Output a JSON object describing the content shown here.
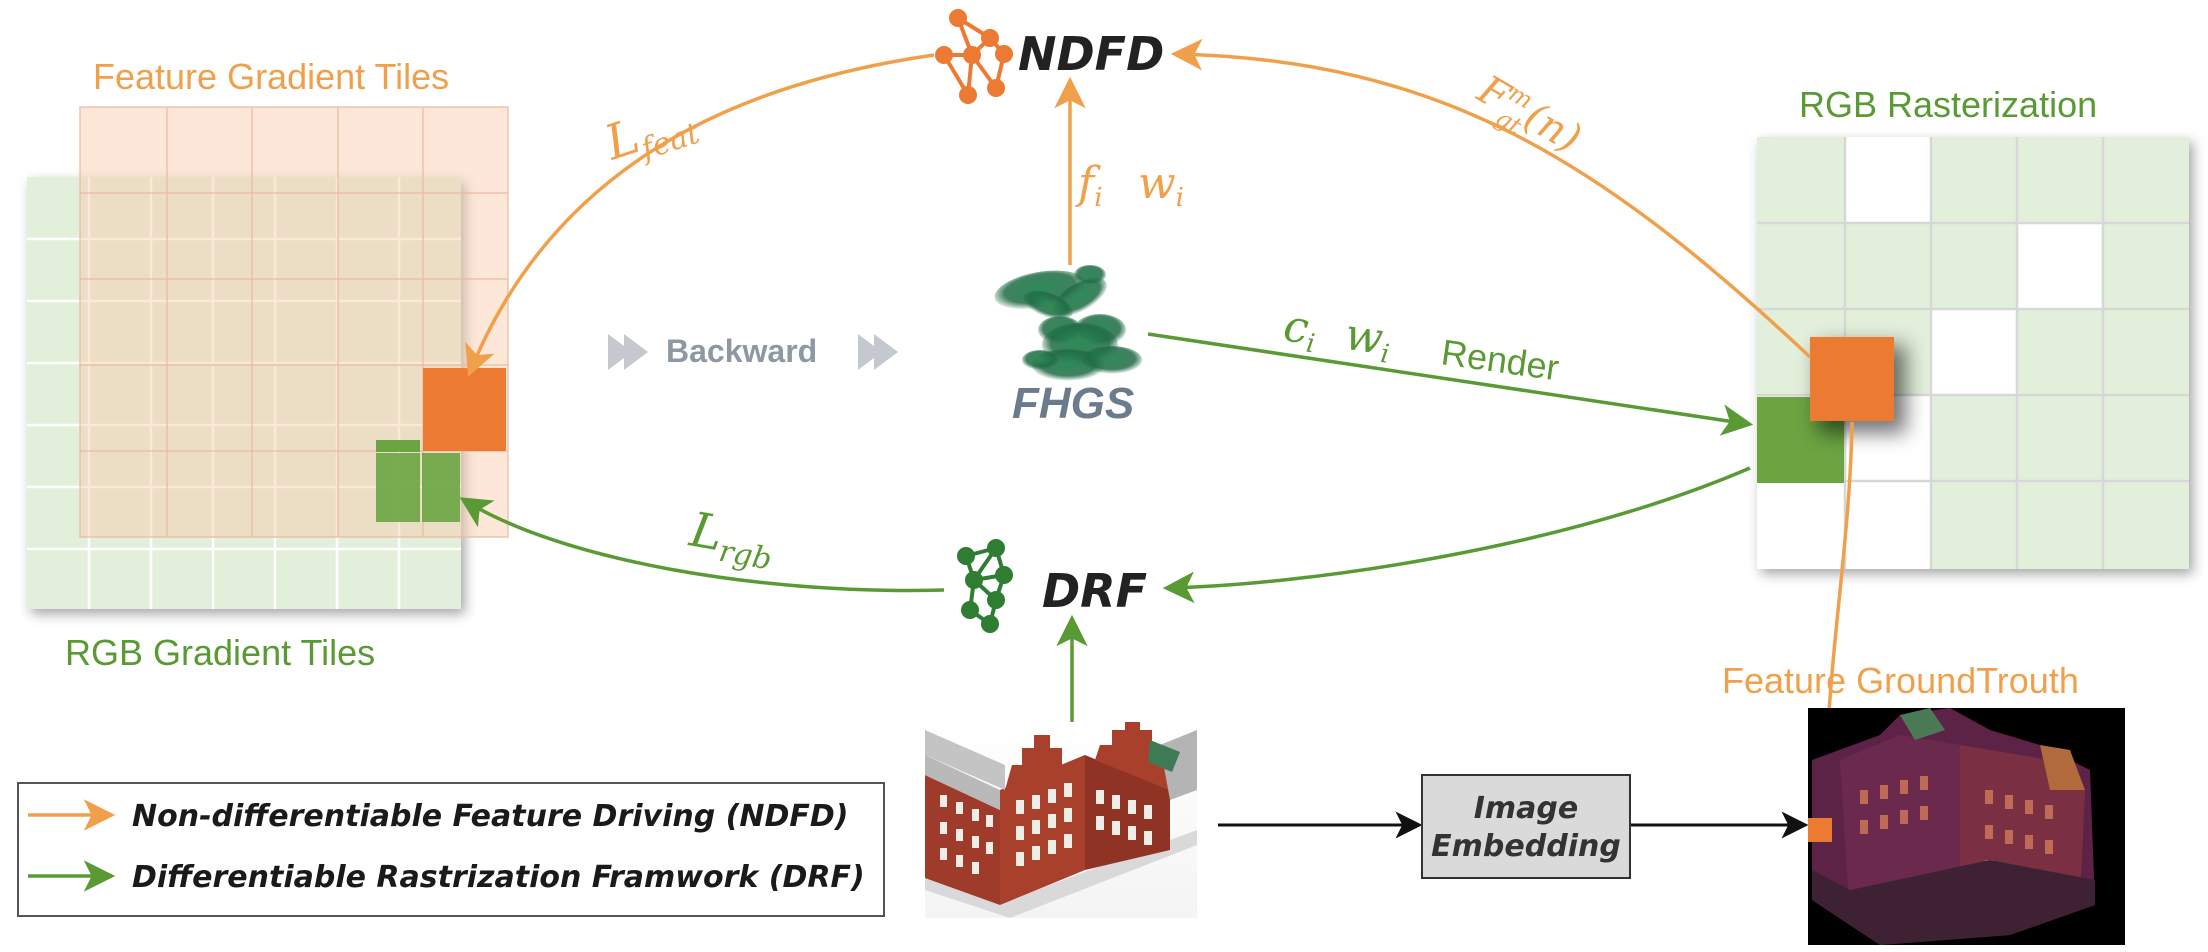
{
  "labels": {
    "feature_gradient_tiles": "Feature Gradient Tiles",
    "rgb_gradient_tiles": "RGB Gradient Tiles",
    "rgb_rasterization": "RGB Rasterization",
    "feature_groundtruth": "Feature GroundTrouth",
    "backward": "Backward",
    "render": "Render",
    "ndfd": "NDFD",
    "drf": "DRF",
    "fhgs": "FHGS",
    "image_embedding_line1": "Image",
    "image_embedding_line2": "Embedding"
  },
  "math": {
    "l_feat_base": "L",
    "l_feat_sub": "feat",
    "l_rgb_base": "L",
    "l_rgb_sub": "rgb",
    "f_gt_base": "F",
    "f_gt_sup": "m",
    "f_gt_sub": "gt",
    "f_gt_arg": "(n)",
    "fi_base": "f",
    "fi_sub": "i",
    "wi_base": "w",
    "wi_sub": "i",
    "ci_base": "c",
    "ci_sub": "i",
    "wi2_base": "w",
    "wi2_sub": "i"
  },
  "legend": {
    "ndfd_text": "Non-differentiable Feature Driving (NDFD)",
    "drf_text": "Differentiable Rastrization Framwork (DRF)"
  },
  "colors": {
    "orange": "#F0A04B",
    "orange_dark": "#EC7A32",
    "green": "#5A9A34",
    "green_dark": "#2E7D32",
    "tile_green": "#E2EFDA",
    "tile_peach": "#FCE4D6"
  },
  "icons": {
    "network_icon": "network-nodes-icon",
    "gaussians_icon": "gaussian-splats-icon",
    "building_photo": "building-photo",
    "feature_map": "feature-map-image"
  }
}
